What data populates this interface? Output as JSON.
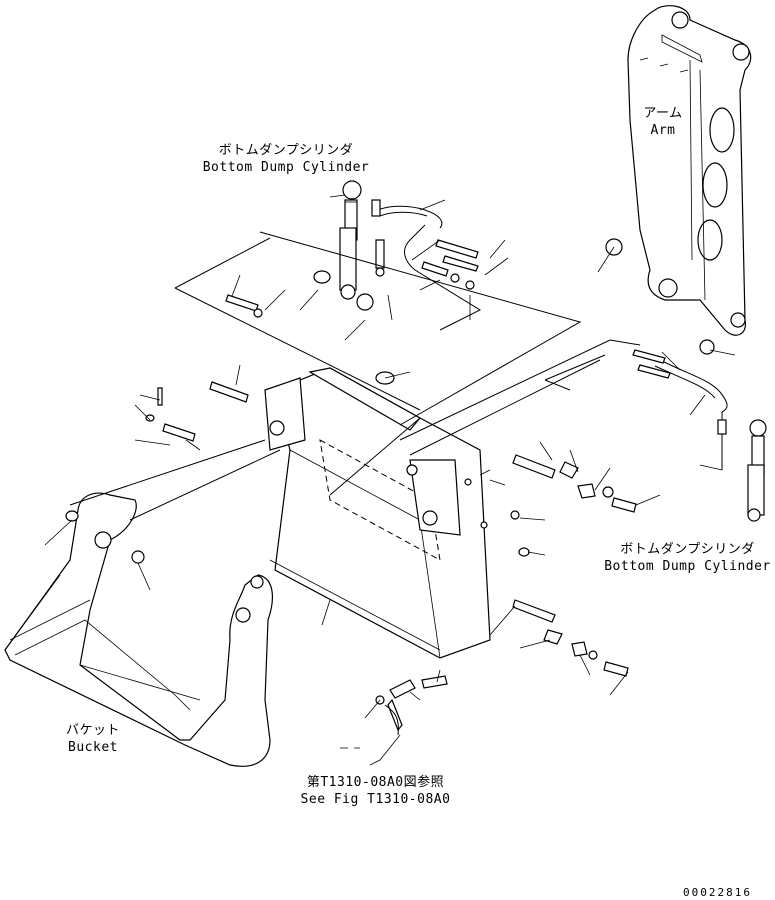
{
  "labels": {
    "arm_jp": "アーム",
    "arm_en": "Arm",
    "cyl_top_jp": "ボトムダンプシリンダ",
    "cyl_top_en": "Bottom Dump Cylinder",
    "cyl_right_jp": "ボトムダンプシリンダ",
    "cyl_right_en": "Bottom Dump Cylinder",
    "bucket_jp": "バケット",
    "bucket_en": "Bucket",
    "see_fig_jp": "第T1310-08A0図参照",
    "see_fig_en": "See Fig T1310-08A0",
    "drawing_number": "00022816"
  }
}
